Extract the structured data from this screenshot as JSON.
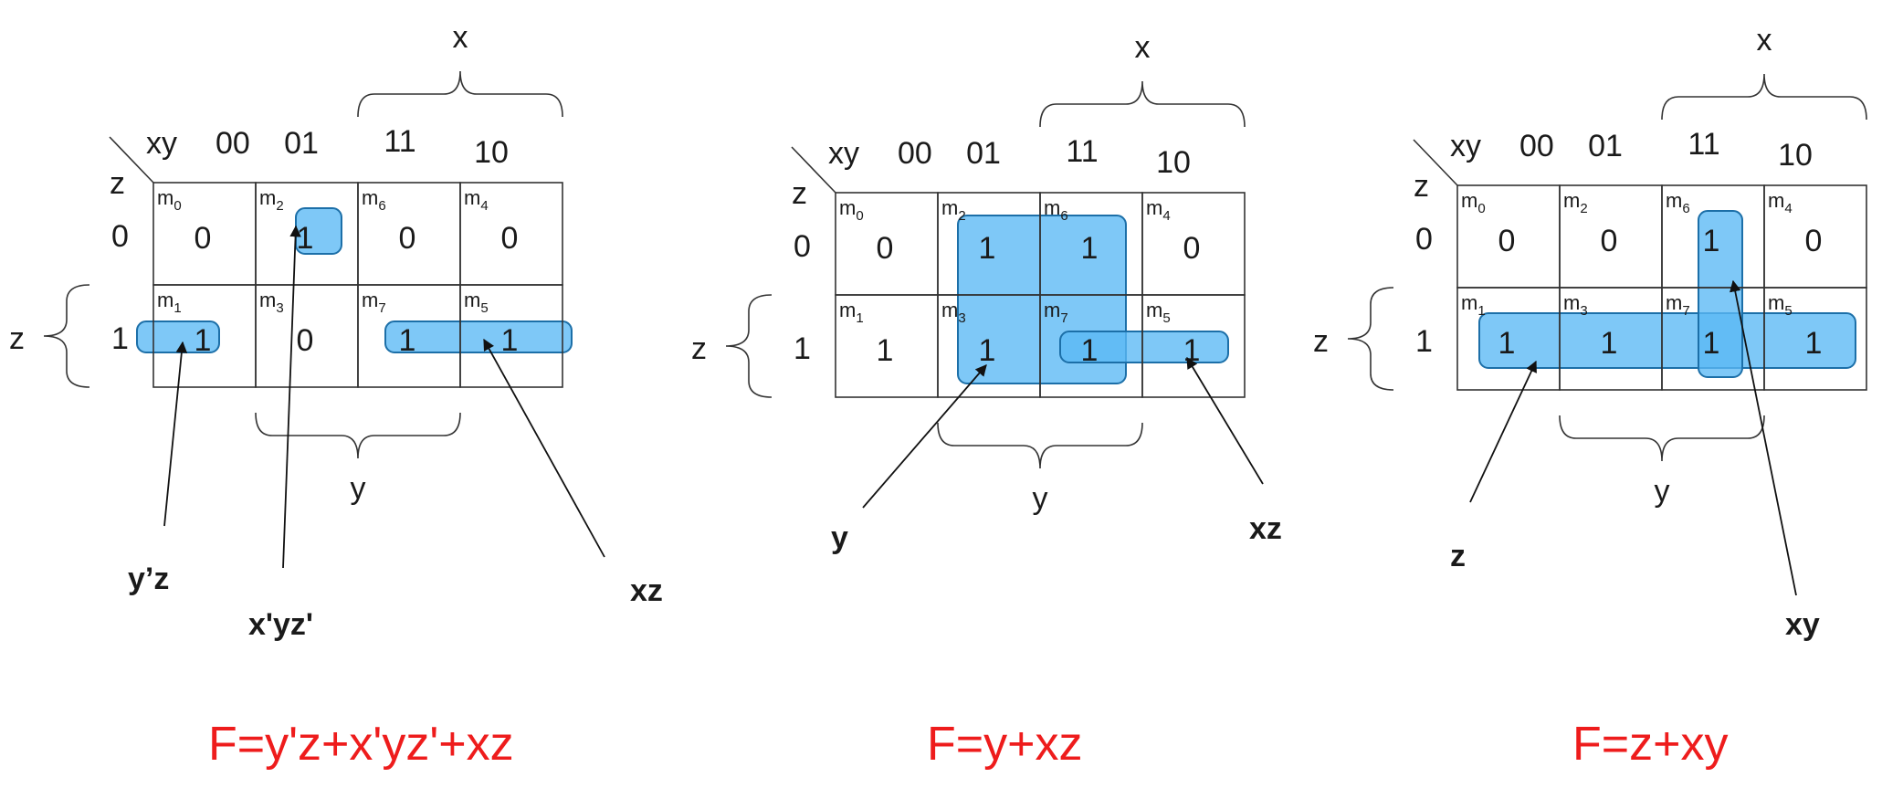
{
  "header": {
    "col_var": "xy",
    "row_var": "z",
    "col_codes": [
      "00",
      "01",
      "11",
      "10"
    ],
    "row_codes": [
      "0",
      "1"
    ]
  },
  "brace_labels": {
    "x": "x",
    "y": "y",
    "z": "z"
  },
  "colors": {
    "group_fill": "#5ab9f5",
    "group_stroke": "#1c6fa8",
    "formula": "#ee1c1c"
  },
  "maps": [
    {
      "cells": [
        [
          "0",
          "1",
          "0",
          "0"
        ],
        [
          "1",
          "0",
          "1",
          "1"
        ]
      ],
      "minterms": [
        [
          "0",
          "2",
          "6",
          "4"
        ],
        [
          "1",
          "3",
          "7",
          "5"
        ]
      ],
      "groups": [
        {
          "row": 1,
          "col_start": 0,
          "col_end": 0,
          "row_end": 1,
          "label": "y’z"
        },
        {
          "row": 0,
          "col_start": 1,
          "col_end": 1,
          "row_end": 0,
          "label": "x'yz'"
        },
        {
          "row": 1,
          "col_start": 2,
          "col_end": 3,
          "row_end": 1,
          "label": "xz"
        }
      ],
      "formula": "F=y'z+x'yz'+xz"
    },
    {
      "cells": [
        [
          "0",
          "1",
          "1",
          "0"
        ],
        [
          "1",
          "1",
          "1",
          "1"
        ]
      ],
      "minterms": [
        [
          "0",
          "2",
          "6",
          "4"
        ],
        [
          "1",
          "3",
          "7",
          "5"
        ]
      ],
      "groups": [
        {
          "row": 0,
          "col_start": 1,
          "col_end": 2,
          "row_end": 1,
          "label": "y"
        },
        {
          "row": 1,
          "col_start": 2,
          "col_end": 3,
          "row_end": 1,
          "label": "xz"
        }
      ],
      "formula": "F=y+xz"
    },
    {
      "cells": [
        [
          "0",
          "0",
          "1",
          "0"
        ],
        [
          "1",
          "1",
          "1",
          "1"
        ]
      ],
      "minterms": [
        [
          "0",
          "2",
          "6",
          "4"
        ],
        [
          "1",
          "3",
          "7",
          "5"
        ]
      ],
      "groups": [
        {
          "row": 1,
          "col_start": 0,
          "col_end": 3,
          "row_end": 1,
          "label": "z"
        },
        {
          "row": 0,
          "col_start": 2,
          "col_end": 2,
          "row_end": 1,
          "label": "xy"
        }
      ],
      "formula": "F=z+xy"
    }
  ]
}
